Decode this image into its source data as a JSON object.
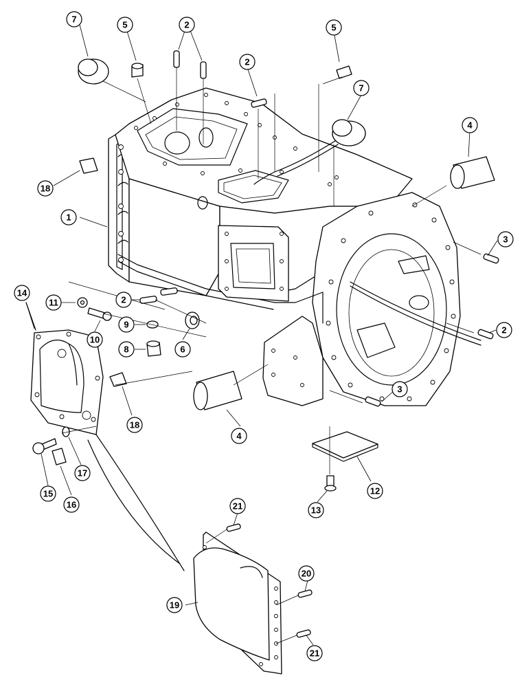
{
  "callouts": [
    "7",
    "5",
    "2",
    "2",
    "5",
    "7",
    "4",
    "18",
    "1",
    "3",
    "14",
    "11",
    "2",
    "9",
    "10",
    "8",
    "6",
    "2",
    "18",
    "3",
    "4",
    "17",
    "15",
    "16",
    "12",
    "13",
    "21",
    "20",
    "19",
    "21"
  ]
}
